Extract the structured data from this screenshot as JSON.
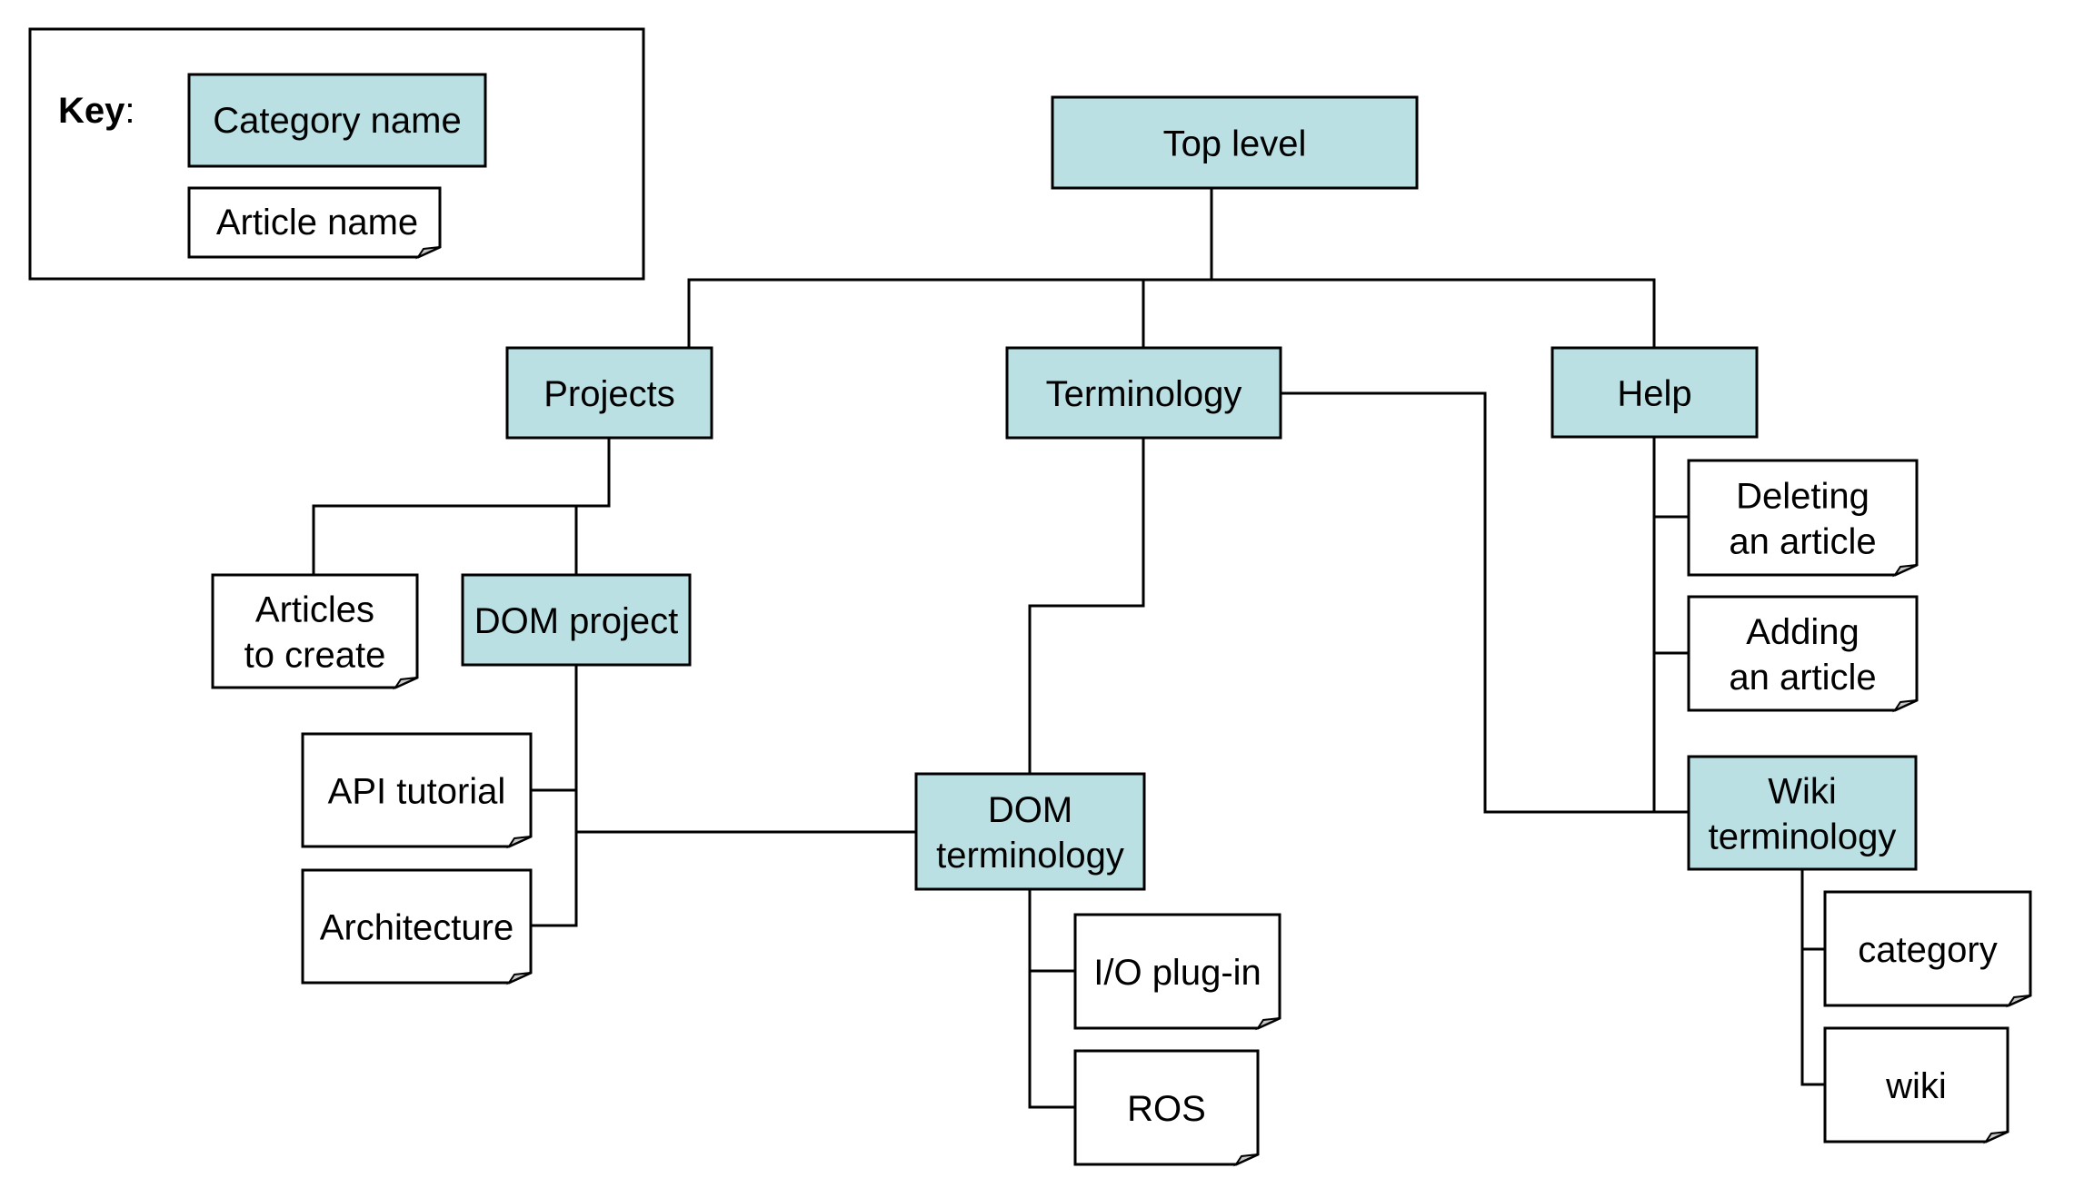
{
  "key": {
    "title": "Key",
    "separator": ":",
    "category_sample": "Category name",
    "article_sample": "Article name"
  },
  "colors": {
    "category_fill": "#bae0e3",
    "article_fill": "#ffffff",
    "line": "#000000"
  },
  "nodes": {
    "top_level": {
      "type": "category",
      "lines": [
        "Top level"
      ]
    },
    "projects": {
      "type": "category",
      "lines": [
        "Projects"
      ]
    },
    "terminology": {
      "type": "category",
      "lines": [
        "Terminology"
      ]
    },
    "help": {
      "type": "category",
      "lines": [
        "Help"
      ]
    },
    "articles_to_create": {
      "type": "article",
      "lines": [
        "Articles",
        "to create"
      ]
    },
    "dom_project": {
      "type": "category",
      "lines": [
        "DOM project"
      ]
    },
    "api_tutorial": {
      "type": "article",
      "lines": [
        "API tutorial"
      ]
    },
    "architecture": {
      "type": "article",
      "lines": [
        "Architecture"
      ]
    },
    "dom_terminology": {
      "type": "category",
      "lines": [
        "DOM",
        "terminology"
      ]
    },
    "io_plugin": {
      "type": "article",
      "lines": [
        "I/O plug-in"
      ]
    },
    "ros": {
      "type": "article",
      "lines": [
        "ROS"
      ]
    },
    "deleting_article": {
      "type": "article",
      "lines": [
        "Deleting",
        "an article"
      ]
    },
    "adding_article": {
      "type": "article",
      "lines": [
        "Adding",
        "an article"
      ]
    },
    "wiki_terminology": {
      "type": "category",
      "lines": [
        "Wiki",
        "terminology"
      ]
    },
    "category": {
      "type": "article",
      "lines": [
        "category"
      ]
    },
    "wiki": {
      "type": "article",
      "lines": [
        "wiki"
      ]
    }
  },
  "edges": [
    [
      "top_level",
      "projects"
    ],
    [
      "top_level",
      "terminology"
    ],
    [
      "top_level",
      "help"
    ],
    [
      "projects",
      "articles_to_create"
    ],
    [
      "projects",
      "dom_project"
    ],
    [
      "dom_project",
      "api_tutorial"
    ],
    [
      "dom_project",
      "architecture"
    ],
    [
      "dom_project",
      "dom_terminology"
    ],
    [
      "terminology",
      "dom_terminology"
    ],
    [
      "terminology",
      "wiki_terminology"
    ],
    [
      "dom_terminology",
      "io_plugin"
    ],
    [
      "dom_terminology",
      "ros"
    ],
    [
      "help",
      "deleting_article"
    ],
    [
      "help",
      "adding_article"
    ],
    [
      "help",
      "wiki_terminology"
    ],
    [
      "wiki_terminology",
      "category"
    ],
    [
      "wiki_terminology",
      "wiki"
    ]
  ]
}
